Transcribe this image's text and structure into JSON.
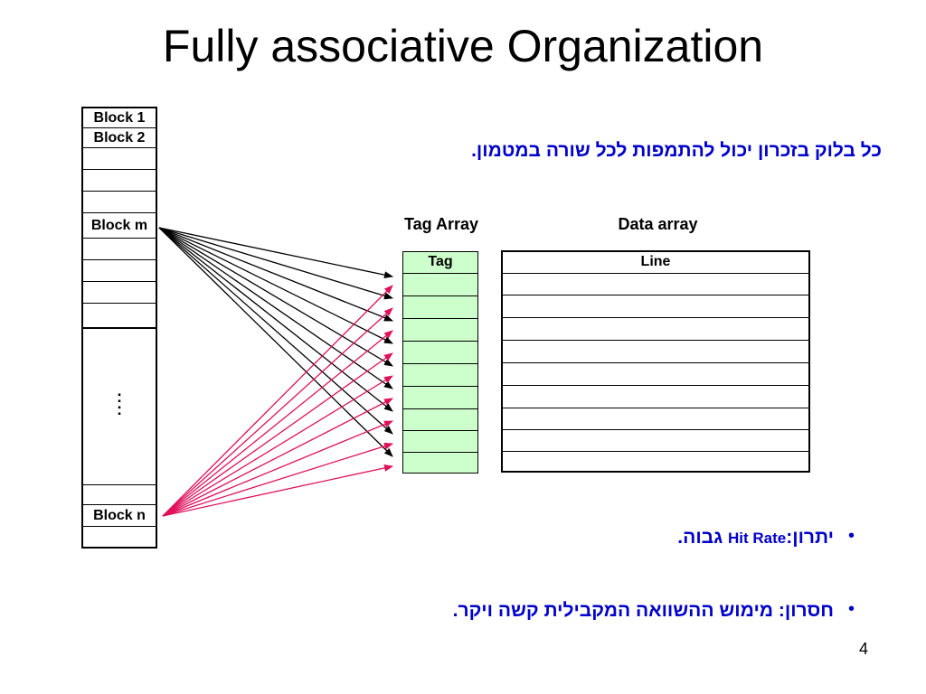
{
  "title": "Fully associative Organization",
  "memory": {
    "block1": "Block 1",
    "block2": "Block 2",
    "blockm": "Block m",
    "blockn": "Block n",
    "ellipsis": ":\n:"
  },
  "tag_array": {
    "label": "Tag Array",
    "header": "Tag"
  },
  "data_array": {
    "label": "Data array",
    "header": "Line"
  },
  "text": {
    "top_note": "כל בלוק בזכרון יכול להתמפות לכל שורה במטמון.",
    "advantage_prefix": "יתרון:",
    "advantage_term": "Hit Rate",
    "advantage_suffix": " גבוה.",
    "disadvantage": "חסרון: מימוש ההשוואה המקבילית קשה ויקר."
  },
  "bullets": [
    "•",
    "•"
  ],
  "page_number": "4",
  "colors": {
    "tag_fill": "#ccffcc",
    "block_m_arrows": "#000000",
    "block_n_arrows": "#e0105a",
    "text_blue": "#0000cc"
  }
}
